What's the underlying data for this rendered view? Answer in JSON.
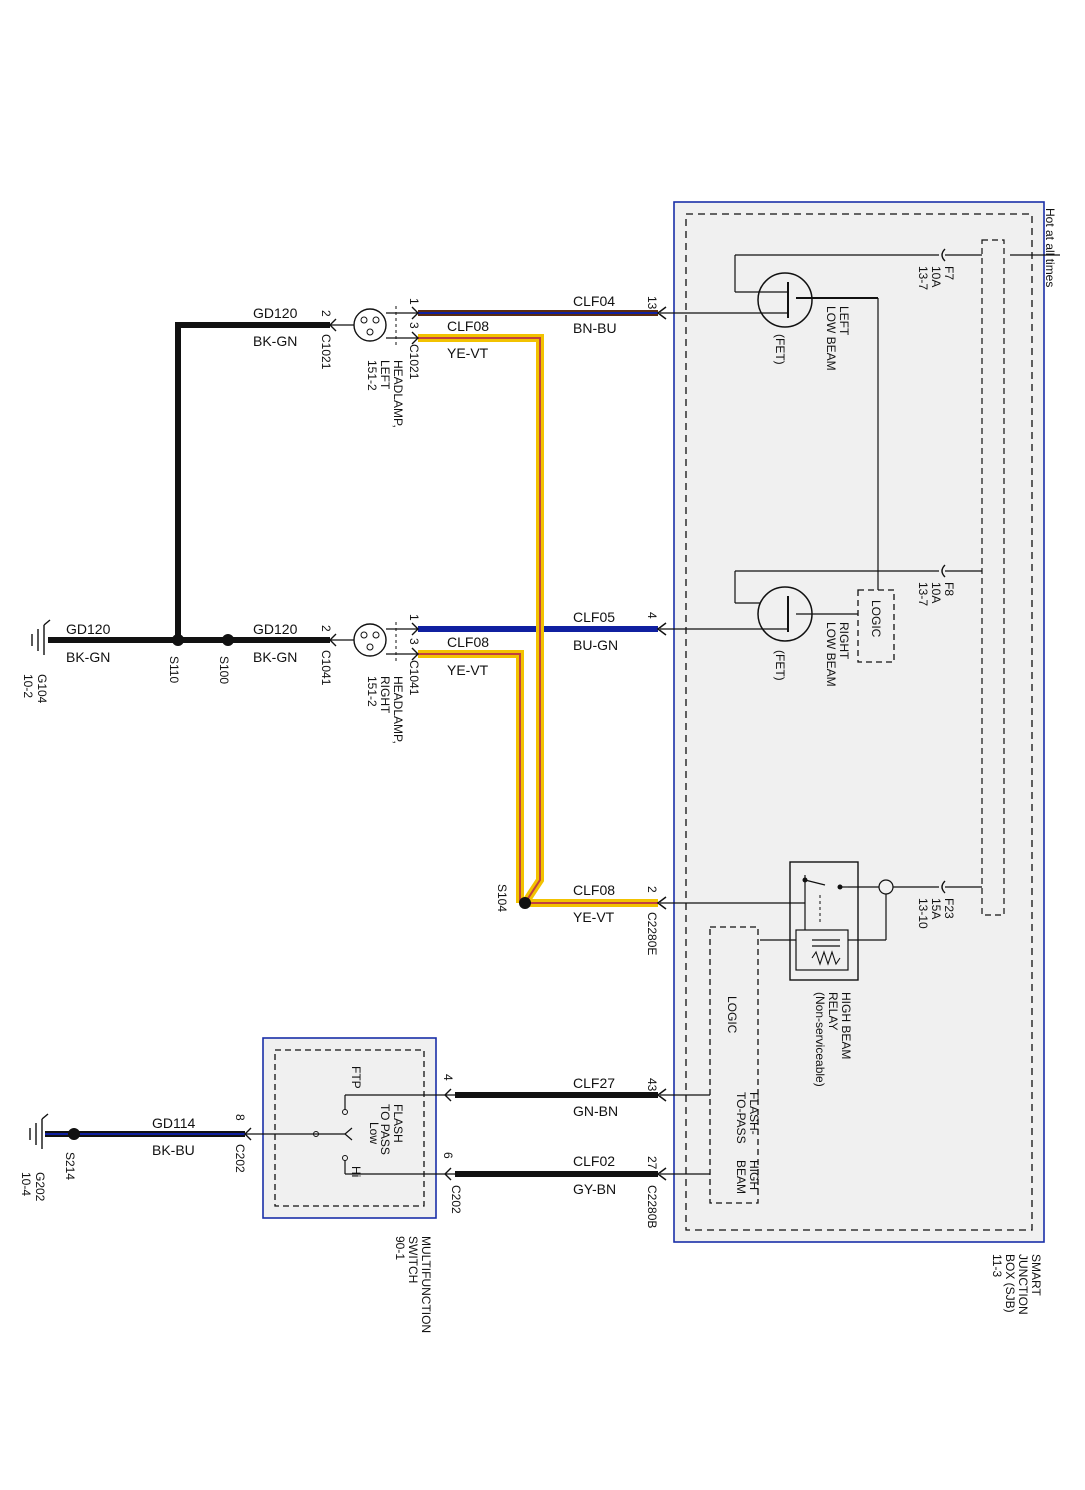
{
  "sjb": {
    "name": [
      "SMART",
      "JUNCTION",
      "BOX (SJB)",
      "11-3"
    ],
    "hot_label": "Hot at all times",
    "fuses": [
      {
        "id": "F7",
        "rating": "10A",
        "ref": "13-7"
      },
      {
        "id": "F8",
        "rating": "10A",
        "ref": "13-7"
      },
      {
        "id": "F23",
        "rating": "15A",
        "ref": "13-10"
      }
    ],
    "left_fet": [
      "LEFT",
      "LOW BEAM",
      "(FET)"
    ],
    "right_fet": [
      "RIGHT",
      "LOW BEAM",
      "(FET)"
    ],
    "logic1": "LOGIC",
    "logic2": "LOGIC",
    "relay": [
      "HIGH BEAM",
      "RELAY",
      "(Non-serviceable)"
    ],
    "ftp_input": [
      "FLASH-",
      "TO-PASS"
    ],
    "hb_input": [
      "HIGH",
      "BEAM"
    ],
    "pins": {
      "p13": "13",
      "p4": "4",
      "p2": "2",
      "p43": "43",
      "p27": "27"
    },
    "connectors": {
      "c2280e": "C2280E",
      "c2280b": "C2280B"
    }
  },
  "wires": {
    "clf04": {
      "circuit": "CLF04",
      "color": "BN-BU"
    },
    "clf05": {
      "circuit": "CLF05",
      "color": "BU-GN"
    },
    "clf08a": {
      "circuit": "CLF08",
      "color": "YE-VT"
    },
    "clf08b": {
      "circuit": "CLF08",
      "color": "YE-VT"
    },
    "clf08c": {
      "circuit": "CLF08",
      "color": "YE-VT"
    },
    "clf27": {
      "circuit": "CLF27",
      "color": "GN-BN"
    },
    "clf02": {
      "circuit": "CLF02",
      "color": "GY-BN"
    },
    "gd120a": {
      "circuit": "GD120",
      "color": "BK-GN"
    },
    "gd120b": {
      "circuit": "GD120",
      "color": "BK-GN"
    },
    "gd120c": {
      "circuit": "GD120",
      "color": "BK-GN"
    },
    "gd114": {
      "circuit": "GD114",
      "color": "BK-BU"
    }
  },
  "headlamp_left": {
    "name": [
      "HEADLAMP,",
      "LEFT",
      "151-2"
    ],
    "connector": "C1021",
    "ground_connector": "C1021",
    "pins": {
      "p1": "1",
      "p3": "3",
      "p2": "2"
    }
  },
  "headlamp_right": {
    "name": [
      "HEADLAMP,",
      "RIGHT",
      "151-2"
    ],
    "connector": "C1041",
    "ground_connector": "C1041",
    "pins": {
      "p1": "1",
      "p3": "3",
      "p2": "2"
    }
  },
  "splices": {
    "s104": "S104",
    "s110": "S110",
    "s100": "S100",
    "s214": "S214"
  },
  "grounds": {
    "g104": {
      "id": "G104",
      "ref": "10-2"
    },
    "g202": {
      "id": "G202",
      "ref": "10-4"
    }
  },
  "switch": {
    "name": [
      "MULTIFUNCTION",
      "SWITCH",
      "90-1"
    ],
    "title": [
      "FLASH",
      "TO PASS"
    ],
    "ftp": "FTP",
    "low": "Low",
    "hi": "Hi",
    "connector": "C202",
    "ground_connector": "C202",
    "pins": {
      "p4": "4",
      "p6": "6",
      "p8": "8"
    }
  },
  "colors": {
    "sjb_border": "#1a2fa8",
    "sjb_fill": "#f0f0f0",
    "wire_black": "#111111",
    "wire_blue": "#1020a0",
    "wire_brown": "#5a2a10",
    "wire_yellow": "#f2c200",
    "wire_violet": "#c04040",
    "wire_gray": "#777777"
  }
}
